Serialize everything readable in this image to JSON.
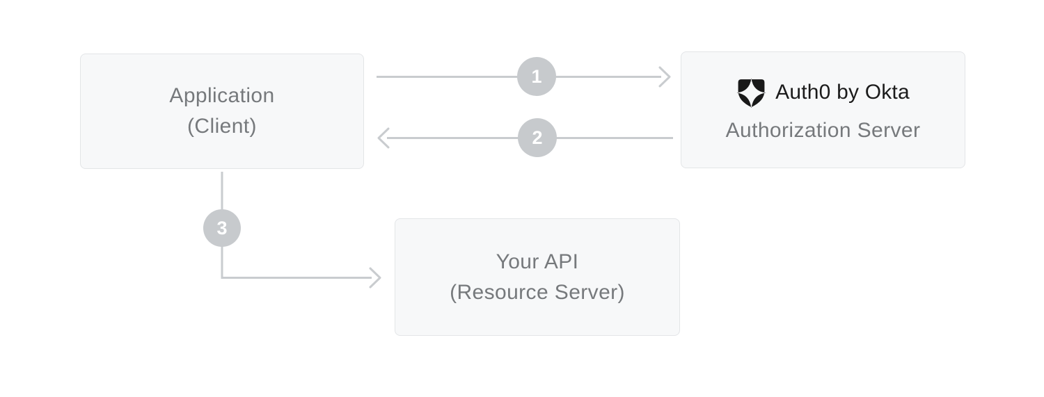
{
  "diagram": {
    "boxes": {
      "application": {
        "title": "Application",
        "subtitle": "(Client)"
      },
      "authorization_server": {
        "brand": "Auth0 by Okta",
        "label": "Authorization Server"
      },
      "api": {
        "title": "Your API",
        "subtitle": "(Resource Server)"
      }
    },
    "steps": [
      {
        "number": "1"
      },
      {
        "number": "2"
      },
      {
        "number": "3"
      }
    ],
    "icons": {
      "auth0_shield": "auth0-shield-icon"
    },
    "colors": {
      "canvas_bg": "#ffffff",
      "box_bg": "#f7f8f9",
      "box_border": "#e3e5e7",
      "box_text": "#76797c",
      "arrow": "#c9cccf",
      "step_circle_bg": "#c7cacd",
      "step_circle_text": "#ffffff",
      "brand_text": "#1b1b1b",
      "brand_logo": "#191919"
    }
  }
}
